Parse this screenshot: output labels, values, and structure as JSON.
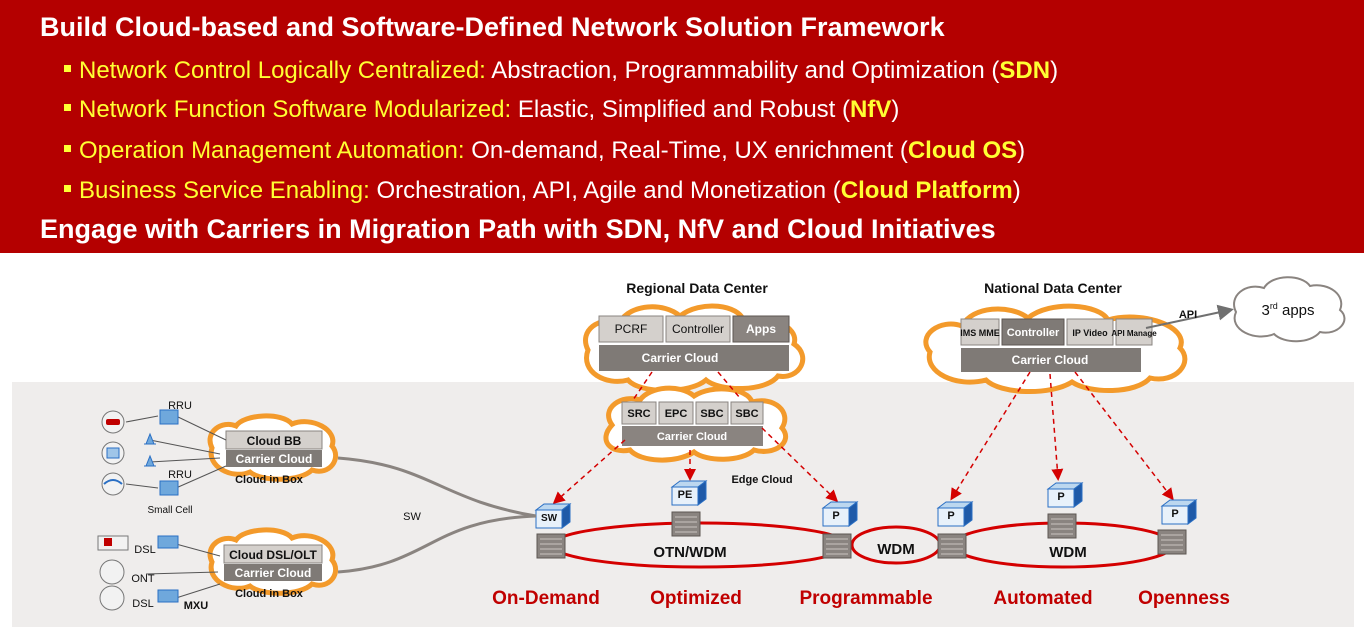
{
  "header": {
    "title": "Build Cloud-based and Software-Defined Network Solution Framework",
    "bullets": [
      {
        "lead": "Network Control Logically Centralized:",
        "text": " Abstraction, Programmability and Optimization (",
        "tag": "SDN",
        "close": ")"
      },
      {
        "lead": "Network Function Software Modularized:",
        "text": " Elastic, Simplified and Robust (",
        "tag": "NfV",
        "close": ")"
      },
      {
        "lead": "Operation Management Automation:",
        "text": " On-demand, Real-Time, UX enrichment (",
        "tag": "Cloud OS",
        "close": ")"
      },
      {
        "lead": "Business Service Enabling:",
        "text": " Orchestration, API, Agile and Monetization (",
        "tag": "Cloud Platform",
        "close": ")"
      }
    ],
    "subtitle": "Engage with Carriers in Migration Path with SDN, NfV and Cloud Initiatives"
  },
  "diagram": {
    "regional_dc": {
      "title": "Regional Data Center",
      "modules": [
        "PCRF",
        "Controller",
        "Apps"
      ],
      "cloud": "Carrier Cloud"
    },
    "national_dc": {
      "title": "National Data Center",
      "modules": [
        "IMS MME",
        "Controller",
        "IP Video",
        "API Manage"
      ],
      "cloud": "Carrier Cloud"
    },
    "api_label": "API",
    "third_apps": {
      "base": "3",
      "sup": "rd",
      "rest": " apps"
    },
    "edge_cloud": {
      "modules": [
        "SRC",
        "EPC",
        "SBC",
        "SBC"
      ],
      "cloud": "Carrier Cloud",
      "label": "Edge Cloud"
    },
    "mobile_box": {
      "top": "Cloud BB",
      "cloud": "Carrier Cloud",
      "caption": "Cloud in Box",
      "rru_labels": [
        "RRU",
        "RRU"
      ],
      "small_cell": "Small Cell"
    },
    "fixed_box": {
      "top": "Cloud DSL/OLT",
      "cloud": "Carrier Cloud",
      "caption": "Cloud in Box",
      "access_labels": [
        "DSL",
        "ONT",
        "DSL"
      ],
      "mxu": "MXU"
    },
    "sw_link_label": "SW",
    "node_labels": {
      "sw": "SW",
      "pe": "PE",
      "p": "P"
    },
    "rings": [
      "OTN/WDM",
      "WDM",
      "WDM"
    ],
    "attributes": [
      "On-Demand",
      "Optimized",
      "Programmable",
      "Automated",
      "Openness"
    ],
    "colors": {
      "banner": "#b40000",
      "highlight": "#ffff33",
      "cloud_orange": "#f39a2b",
      "ring_red": "#d40000",
      "attribute_red": "#c00000",
      "node_blue": "#2a6fc4"
    }
  }
}
